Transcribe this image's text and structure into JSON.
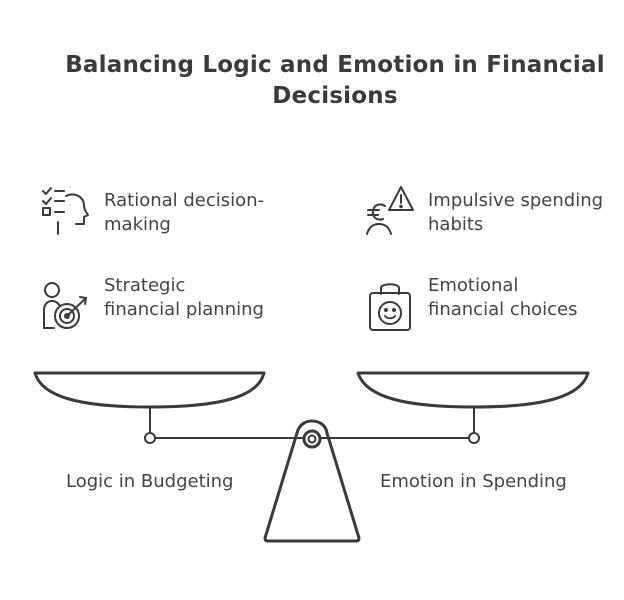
{
  "title": "Balancing Logic and Emotion in Financial Decisions",
  "left_items": [
    {
      "icon": "checklist-head-icon",
      "text": "Rational decision-making"
    },
    {
      "icon": "person-target-icon",
      "text": "Strategic financial planning"
    }
  ],
  "right_items": [
    {
      "icon": "euro-warning-icon",
      "text": "Impulsive spending habits"
    },
    {
      "icon": "smiley-shopping-bag-icon",
      "text": "Emotional financial choices"
    }
  ],
  "scale": {
    "left_label": "Logic in Budgeting",
    "right_label": "Emotion in Spending"
  },
  "colors": {
    "stroke": "#3a3a3a",
    "text": "#444444"
  }
}
